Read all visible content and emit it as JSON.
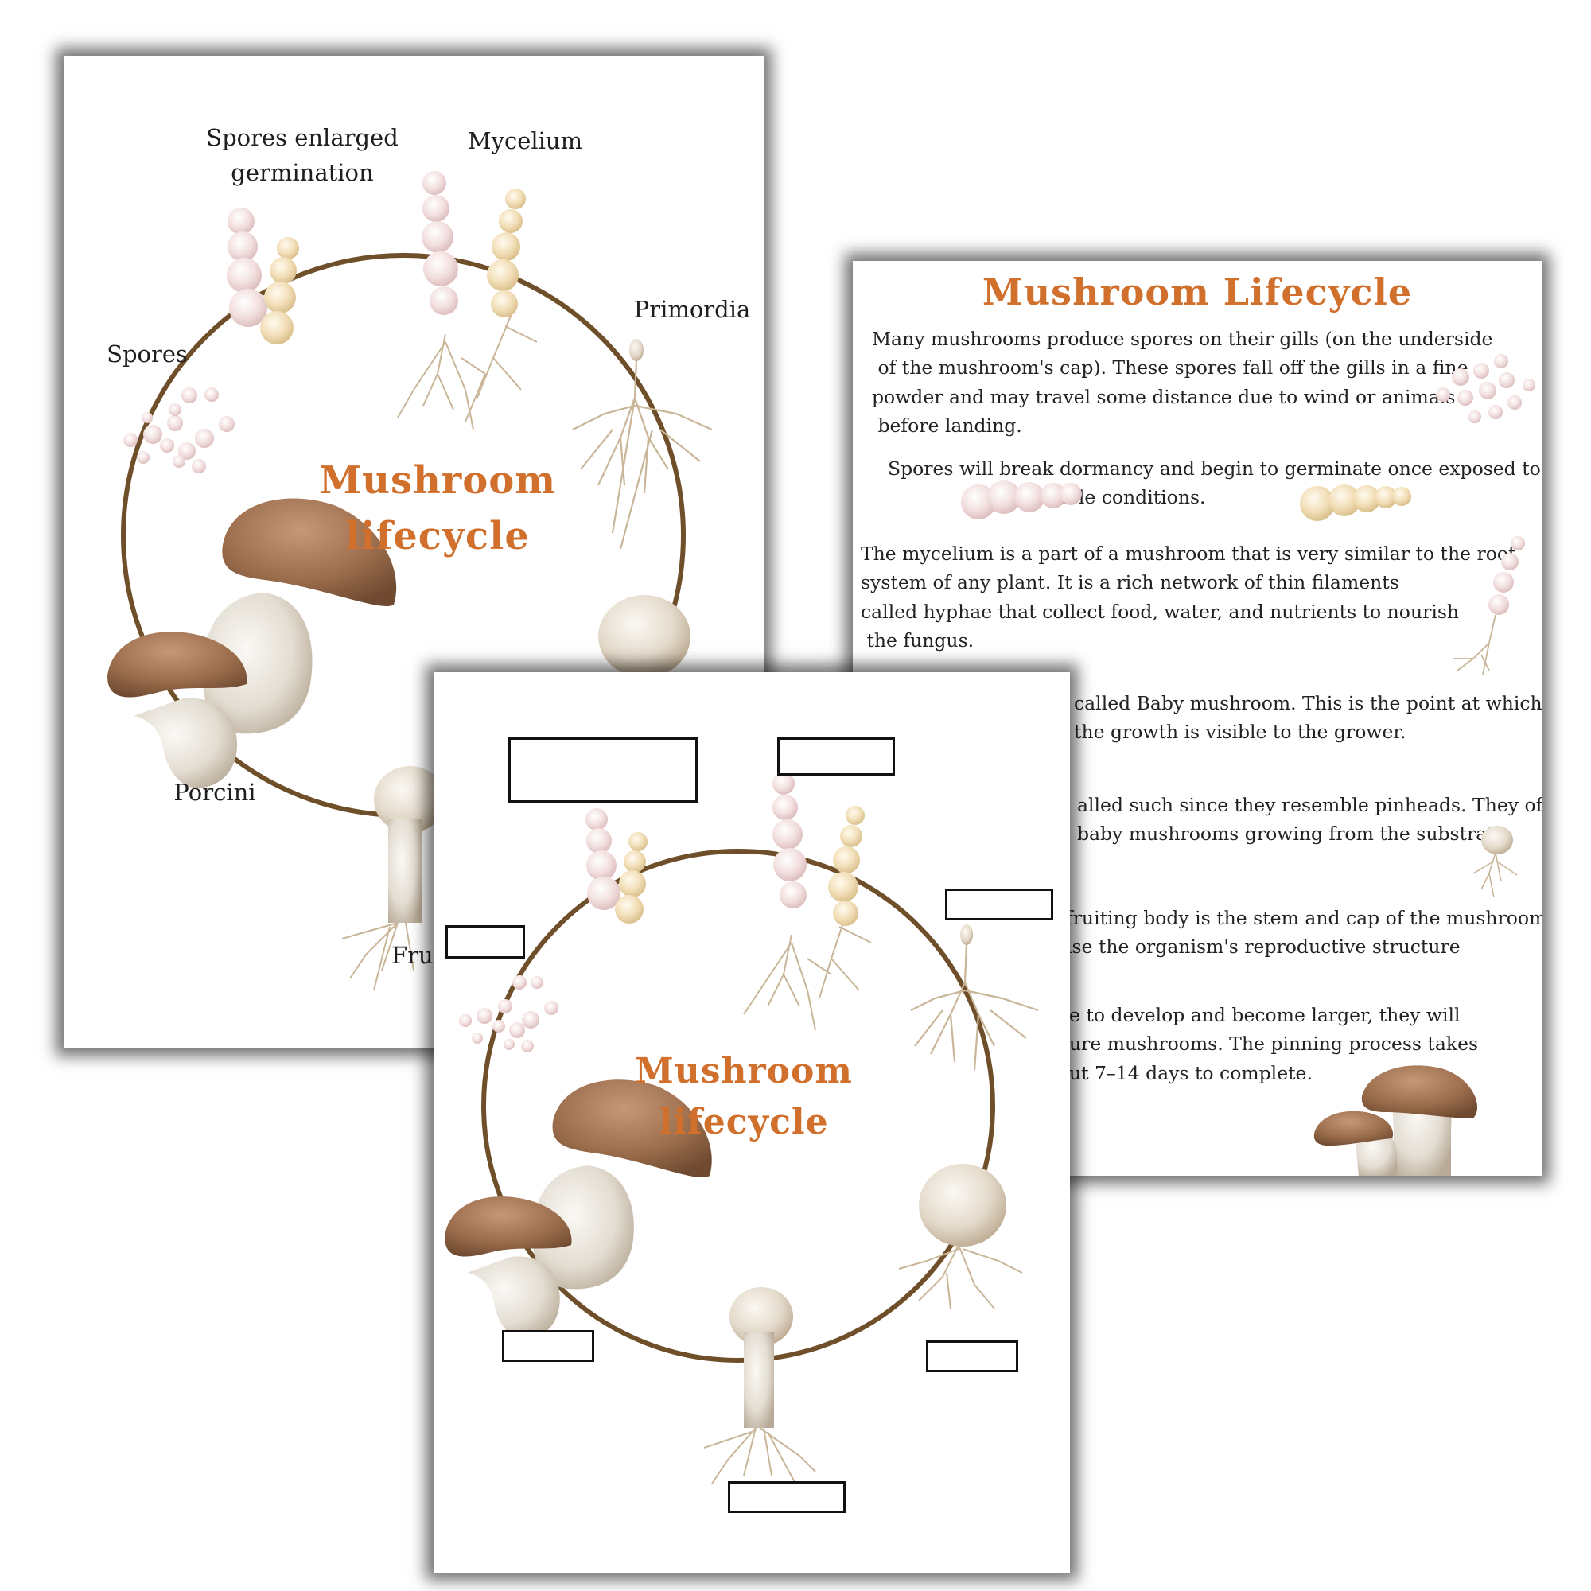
{
  "left_sheet": {
    "title_line1": "Mushroom",
    "title_line2": "lifecycle",
    "labels": {
      "spores_enlarged_line1": "Spores enlarged",
      "spores_enlarged_line2": "germination",
      "mycelium": "Mycelium",
      "primordia": "Primordia",
      "spores": "Spores",
      "porcini": "Porcini",
      "fruiting_partial": "Fru"
    }
  },
  "info_sheet": {
    "title": "Mushroom Lifecycle",
    "paragraphs": [
      "Many mushrooms produce spores on their gills (on the underside\n of the mushroom's cap). These spores fall off the gills in a fine\npowder and may travel some distance due to wind or animals\n before landing.",
      "Spores will break dormancy and begin to germinate once exposed to\n                    favorable conditions.",
      "The mycelium is a part of a mushroom that is very similar to the root\nsystem of any plant. It is a rich network of thin filaments\ncalled hyphae that collect food, water, and nutrients to nourish\n the fungus.",
      "called Baby mushroom. This is the point at which\nthe growth is visible to the grower.",
      "alled such since they resemble pinheads. They often\nbaby mushrooms growing from the substrate.",
      "fruiting body is the stem and cap of the mushroom\nise the organism's reproductive structure",
      "e to develop and become larger, they will\nure mushrooms. The pinning process takes\nut 7–14 days to complete."
    ]
  },
  "front_sheet": {
    "title_line1": "Mushroom",
    "title_line2": "lifecycle"
  },
  "colors": {
    "title_orange": "#d0702c",
    "cycle_ring": "#6e4f2a",
    "cap_brown": "#9b6d4c",
    "spore_pink": "#f1dcdc",
    "spore_cream": "#f2dfb8",
    "root_beige": "#c9b597"
  }
}
